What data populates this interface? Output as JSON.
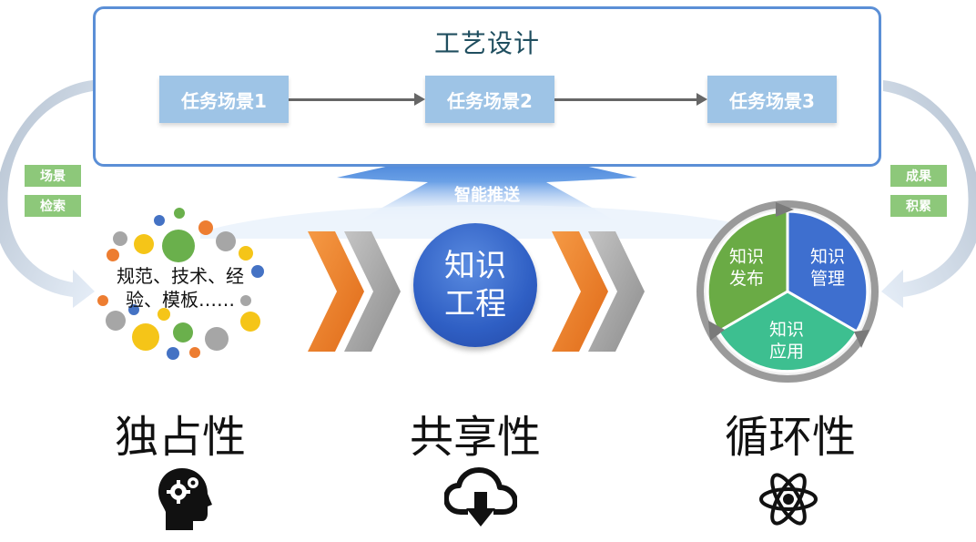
{
  "process": {
    "title": "工艺设计",
    "tasks": [
      "任务场景1",
      "任务场景2",
      "任务场景3"
    ]
  },
  "left_tags": [
    "场景",
    "检索"
  ],
  "right_tags": [
    "成果",
    "积累"
  ],
  "push_label": "智能推送",
  "knowledge_cloud": {
    "line1": "规范、技术、经",
    "line2": "验、模板……"
  },
  "knowledge_engineering": {
    "line1": "知识",
    "line2": "工程"
  },
  "cycle": {
    "segments": [
      {
        "line1": "知识",
        "line2": "发布",
        "color": "#6aab45"
      },
      {
        "line1": "知识",
        "line2": "管理",
        "color": "#3e6fcf"
      },
      {
        "line1": "知识",
        "line2": "应用",
        "color": "#3dbf90"
      }
    ]
  },
  "properties": [
    "独占性",
    "共享性",
    "循环性"
  ],
  "icons": [
    "head-gears-icon",
    "cloud-download-icon",
    "atom-icon"
  ],
  "colors": {
    "frame_border": "#5b8fd6",
    "task_box": "#9ec4e6",
    "tag_green": "#8dc87a",
    "chevron_orange": "#f07f2a",
    "chevron_gray": "#a6a6a6"
  }
}
